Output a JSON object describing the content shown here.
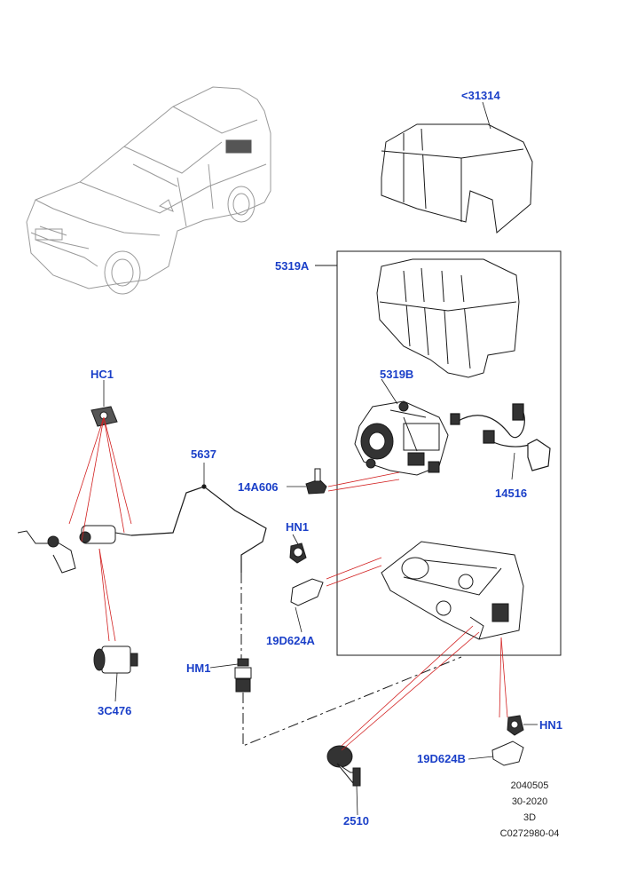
{
  "callouts": {
    "c31314": "<31314",
    "c5319a": "5319A",
    "c5319b": "5319B",
    "chc1": "HC1",
    "c5637": "5637",
    "c14a606": "14A606",
    "c14516": "14516",
    "chn1_top": "HN1",
    "c19d624a": "19D624A",
    "chm1": "HM1",
    "c3c476": "3C476",
    "chn1_bottom": "HN1",
    "c19d624b": "19D624B",
    "c2510": "2510"
  },
  "meta": {
    "line1": "2040505",
    "line2": "30-2020",
    "line3": "3D",
    "line4": "C0272980-04"
  },
  "colors": {
    "callout_text": "#1a3fc8",
    "leader_line": "#d22020",
    "outline": "#1a1a1a",
    "vehicle_outline": "#9a9a9a"
  }
}
